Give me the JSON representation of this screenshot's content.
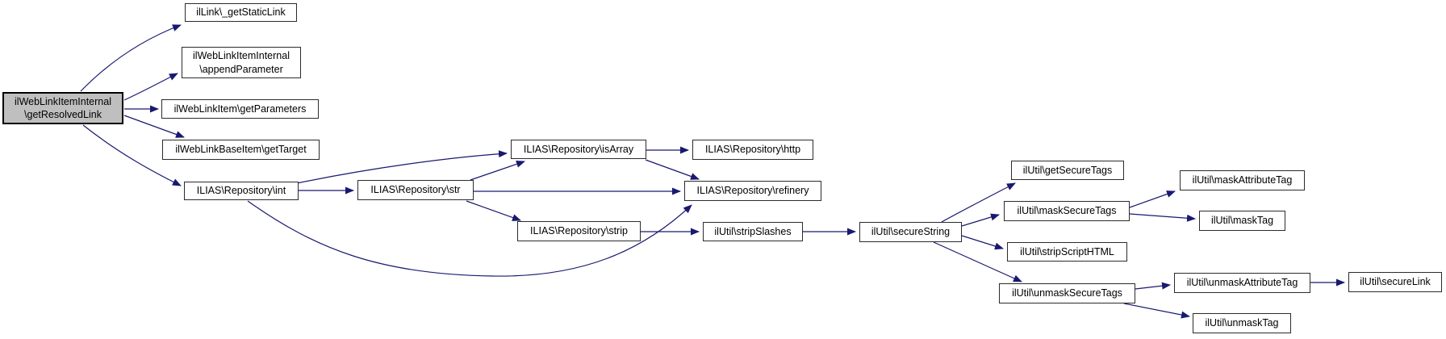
{
  "diagram": {
    "type": "call-graph",
    "colors": {
      "edge": "#191970",
      "node_fill": "#ffffff",
      "node_border": "#2b2b2b",
      "highlight_fill": "#bfbfbf",
      "highlight_border": "#000000",
      "text": "#000000"
    },
    "nodes": [
      {
        "id": "getResolvedLink",
        "label": "ilWebLinkItemInternal\n\\getResolvedLink",
        "highlighted": true
      },
      {
        "id": "getStaticLink",
        "label": "ilLink\\_getStaticLink",
        "highlighted": false
      },
      {
        "id": "appendParameter",
        "label": "ilWebLinkItemInternal\n\\appendParameter",
        "highlighted": false
      },
      {
        "id": "getParameters",
        "label": "ilWebLinkItem\\getParameters",
        "highlighted": false
      },
      {
        "id": "getTarget",
        "label": "ilWebLinkBaseItem\\getTarget",
        "highlighted": false
      },
      {
        "id": "int",
        "label": "ILIAS\\Repository\\int",
        "highlighted": false
      },
      {
        "id": "str",
        "label": "ILIAS\\Repository\\str",
        "highlighted": false
      },
      {
        "id": "isArray",
        "label": "ILIAS\\Repository\\isArray",
        "highlighted": false
      },
      {
        "id": "http",
        "label": "ILIAS\\Repository\\http",
        "highlighted": false
      },
      {
        "id": "refinery",
        "label": "ILIAS\\Repository\\refinery",
        "highlighted": false
      },
      {
        "id": "strip",
        "label": "ILIAS\\Repository\\strip",
        "highlighted": false
      },
      {
        "id": "stripSlashes",
        "label": "ilUtil\\stripSlashes",
        "highlighted": false
      },
      {
        "id": "secureString",
        "label": "ilUtil\\secureString",
        "highlighted": false
      },
      {
        "id": "getSecureTags",
        "label": "ilUtil\\getSecureTags",
        "highlighted": false
      },
      {
        "id": "maskSecureTags",
        "label": "ilUtil\\maskSecureTags",
        "highlighted": false
      },
      {
        "id": "stripScriptHTML",
        "label": "ilUtil\\stripScriptHTML",
        "highlighted": false
      },
      {
        "id": "unmaskSecureTags",
        "label": "ilUtil\\unmaskSecureTags",
        "highlighted": false
      },
      {
        "id": "maskAttributeTag",
        "label": "ilUtil\\maskAttributeTag",
        "highlighted": false
      },
      {
        "id": "maskTag",
        "label": "ilUtil\\maskTag",
        "highlighted": false
      },
      {
        "id": "unmaskAttributeTag",
        "label": "ilUtil\\unmaskAttributeTag",
        "highlighted": false
      },
      {
        "id": "secureLink",
        "label": "ilUtil\\secureLink",
        "highlighted": false
      },
      {
        "id": "unmaskTag",
        "label": "ilUtil\\unmaskTag",
        "highlighted": false
      }
    ],
    "edges": [
      {
        "from": "getResolvedLink",
        "to": "getStaticLink"
      },
      {
        "from": "getResolvedLink",
        "to": "appendParameter"
      },
      {
        "from": "getResolvedLink",
        "to": "getParameters"
      },
      {
        "from": "getResolvedLink",
        "to": "getTarget"
      },
      {
        "from": "getResolvedLink",
        "to": "int"
      },
      {
        "from": "int",
        "to": "str"
      },
      {
        "from": "int",
        "to": "isArray"
      },
      {
        "from": "int",
        "to": "refinery"
      },
      {
        "from": "str",
        "to": "isArray"
      },
      {
        "from": "str",
        "to": "refinery"
      },
      {
        "from": "str",
        "to": "strip"
      },
      {
        "from": "isArray",
        "to": "http"
      },
      {
        "from": "isArray",
        "to": "refinery"
      },
      {
        "from": "strip",
        "to": "stripSlashes"
      },
      {
        "from": "stripSlashes",
        "to": "secureString"
      },
      {
        "from": "secureString",
        "to": "getSecureTags"
      },
      {
        "from": "secureString",
        "to": "maskSecureTags"
      },
      {
        "from": "secureString",
        "to": "stripScriptHTML"
      },
      {
        "from": "secureString",
        "to": "unmaskSecureTags"
      },
      {
        "from": "maskSecureTags",
        "to": "maskAttributeTag"
      },
      {
        "from": "maskSecureTags",
        "to": "maskTag"
      },
      {
        "from": "unmaskSecureTags",
        "to": "unmaskAttributeTag"
      },
      {
        "from": "unmaskSecureTags",
        "to": "unmaskTag"
      },
      {
        "from": "unmaskAttributeTag",
        "to": "secureLink"
      }
    ]
  }
}
